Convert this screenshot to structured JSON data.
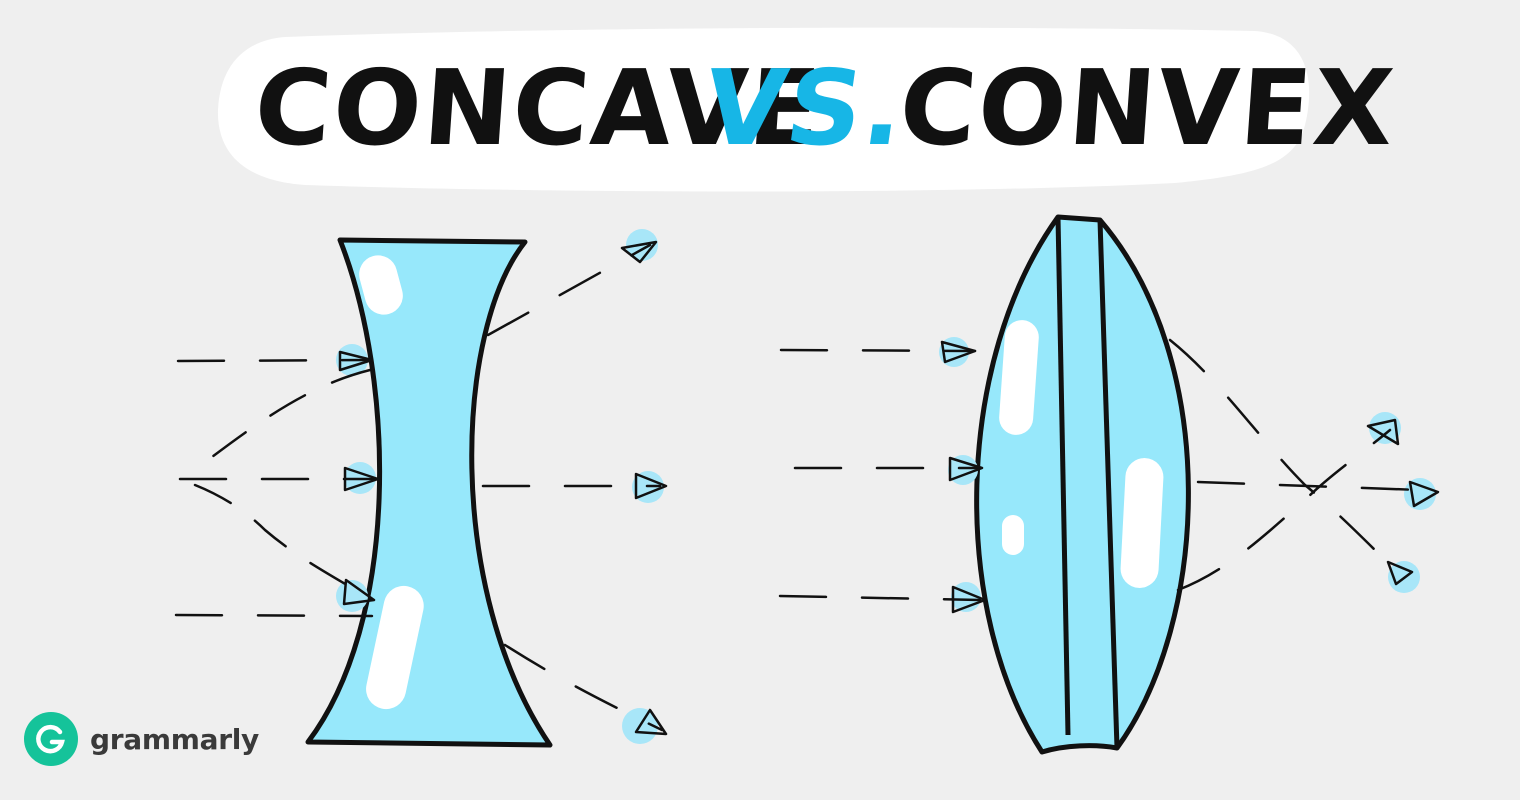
{
  "title": {
    "left_word": "CONCAVE",
    "connector": "VS.",
    "right_word": "CONVEX"
  },
  "brand": {
    "name": "grammarly",
    "logo_icon": "grammarly-g-icon",
    "logo_color": "#15c39a"
  },
  "colors": {
    "background": "#efefef",
    "lens_fill": "#97e8fb",
    "highlight": "#ffffff",
    "ink": "#111111",
    "accent": "#17b6e6",
    "dot": "#a8e6f8"
  },
  "diagrams": [
    {
      "name": "concave-lens",
      "rays": 3,
      "behavior": "diverging"
    },
    {
      "name": "convex-lens",
      "rays": 3,
      "behavior": "converging"
    }
  ]
}
